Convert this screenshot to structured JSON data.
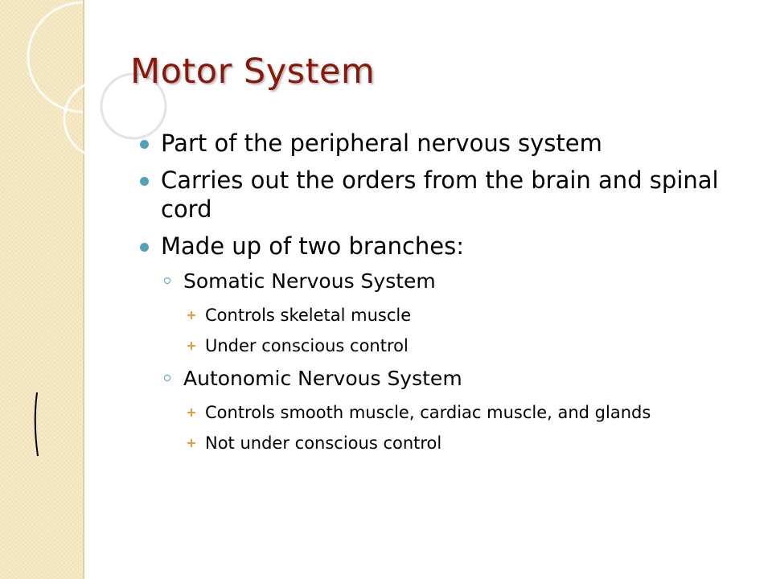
{
  "slide": {
    "title": "Motor System",
    "bullets": [
      "Part of the peripheral nervous system",
      "Carries out the orders from the brain and spinal cord",
      "Made up of two branches:"
    ],
    "branches": [
      {
        "name": "Somatic Nervous System",
        "items": [
          "Controls skeletal muscle",
          "Under conscious control"
        ]
      },
      {
        "name": "Autonomic Nervous System",
        "items": [
          "Controls smooth muscle, cardiac muscle, and glands",
          "Not under conscious control"
        ]
      }
    ]
  },
  "colors": {
    "title": "#8a1709",
    "bullet_primary": "#50a3b6",
    "bullet_tertiary": "#e0a13a",
    "sidebar": "#f3e3ba"
  }
}
